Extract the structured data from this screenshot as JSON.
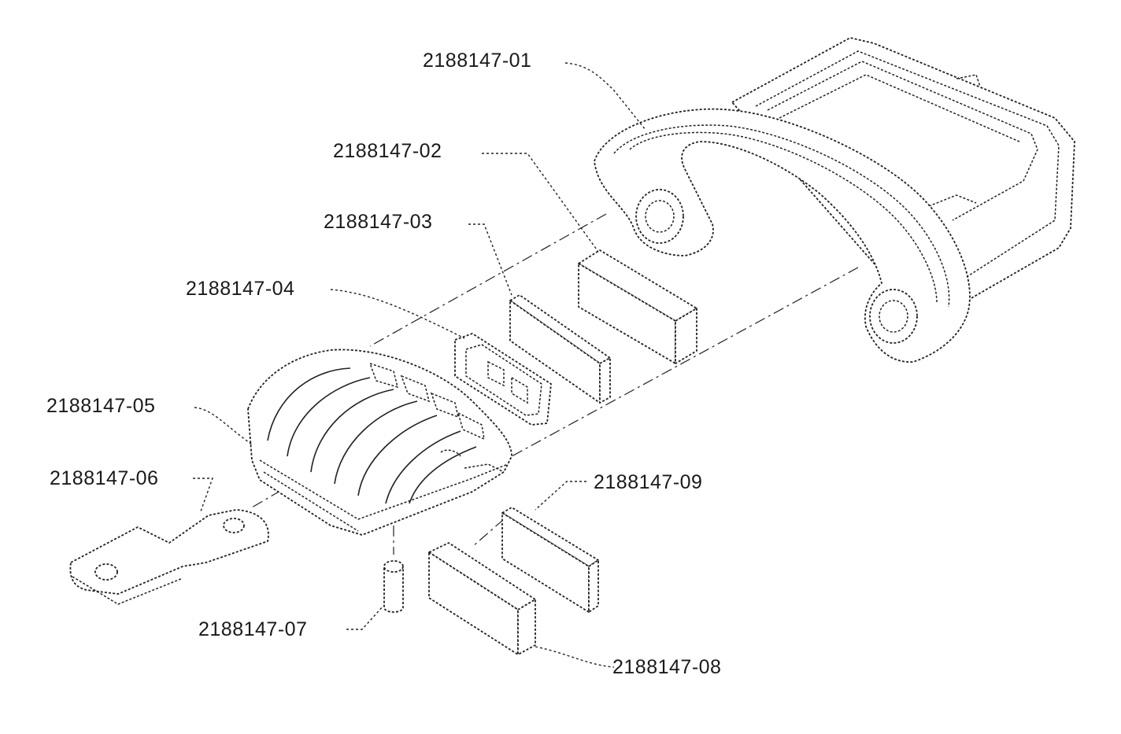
{
  "labels": {
    "p01": "2188147-01",
    "p02": "2188147-02",
    "p03": "2188147-03",
    "p04": "2188147-04",
    "p05": "2188147-05",
    "p06": "2188147-06",
    "p07": "2188147-07",
    "p08": "2188147-08",
    "p09": "2188147-09"
  }
}
